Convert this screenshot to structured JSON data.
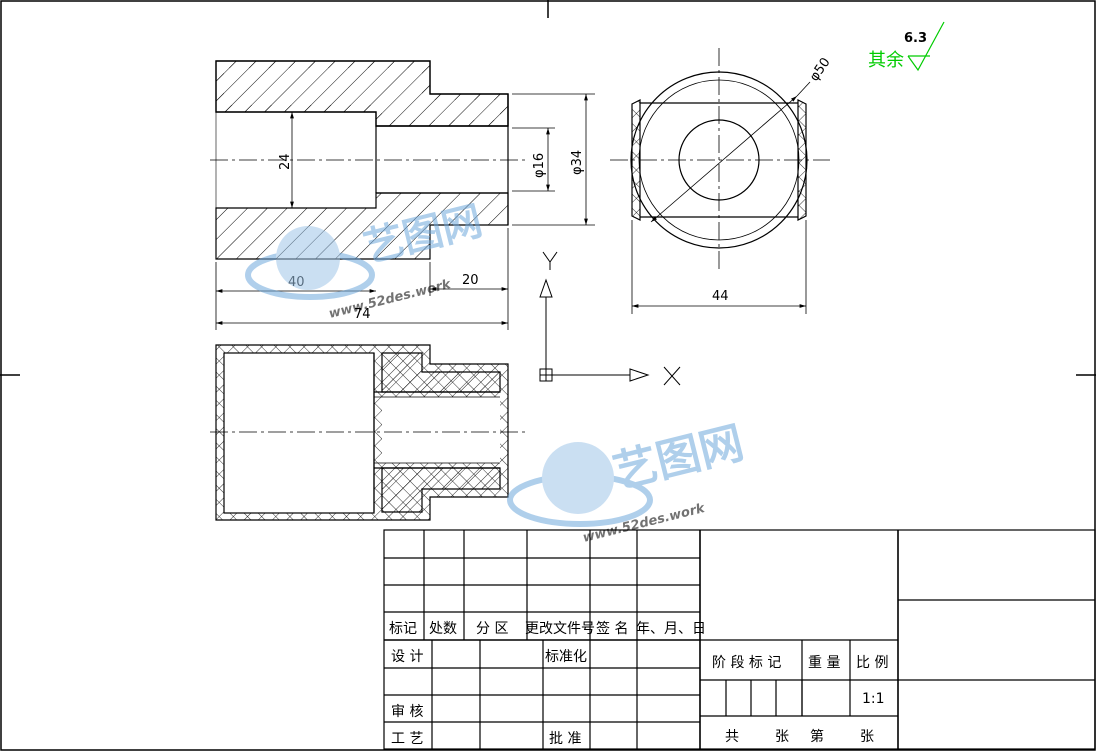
{
  "dimensions": {
    "d24": "24",
    "d16": "φ16",
    "d34": "φ34",
    "d50": "φ50",
    "d40": "40",
    "d20": "20",
    "d74": "74",
    "d44": "44"
  },
  "surface_finish": {
    "label": "其余",
    "value": "6.3"
  },
  "axes": {
    "x": "X",
    "y": "Y"
  },
  "watermark": {
    "brand": "艺图网",
    "url": "www.52des.work"
  },
  "title_block": {
    "header_row": [
      "标记",
      "处数",
      "分 区",
      "更改文件号",
      "签 名",
      "年、月、日"
    ],
    "design": "设 计",
    "standardization": "标准化",
    "review": "审 核",
    "process": "工 艺",
    "approve": "批 准",
    "stage_mark": "阶 段 标 记",
    "weight": "重 量",
    "scale": "比 例",
    "scale_value": "1:1",
    "sheet_total": "共",
    "sheet_unit": "张",
    "sheet_no": "第",
    "sheet_unit2": "张"
  },
  "colors": {
    "line": "#000000",
    "finish": "#00cc00",
    "watermark": "#6fa8dc"
  }
}
